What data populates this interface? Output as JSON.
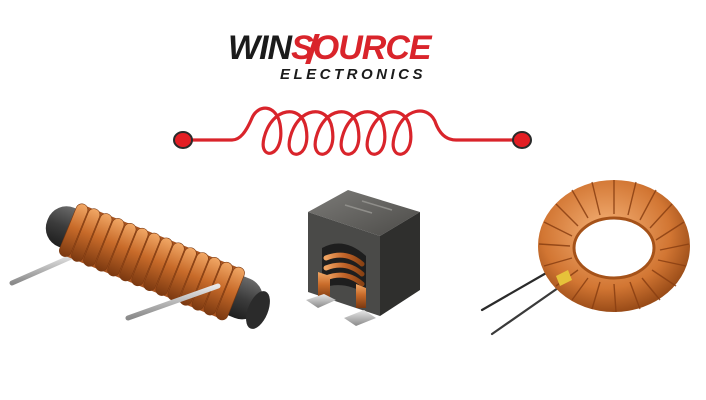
{
  "logo": {
    "brand_part1": "WIN",
    "brand_part2": "SOURCE",
    "tagline": "ELECTRONICS",
    "colors": {
      "dark": "#1b1b1b",
      "red": "#d9242b"
    }
  },
  "symbol": {
    "icon": "inductor-symbol-icon",
    "color": "#d9242b"
  },
  "components": [
    {
      "icon": "rod-core-inductor-icon"
    },
    {
      "icon": "smd-power-inductor-icon"
    },
    {
      "icon": "toroidal-inductor-icon"
    }
  ]
}
